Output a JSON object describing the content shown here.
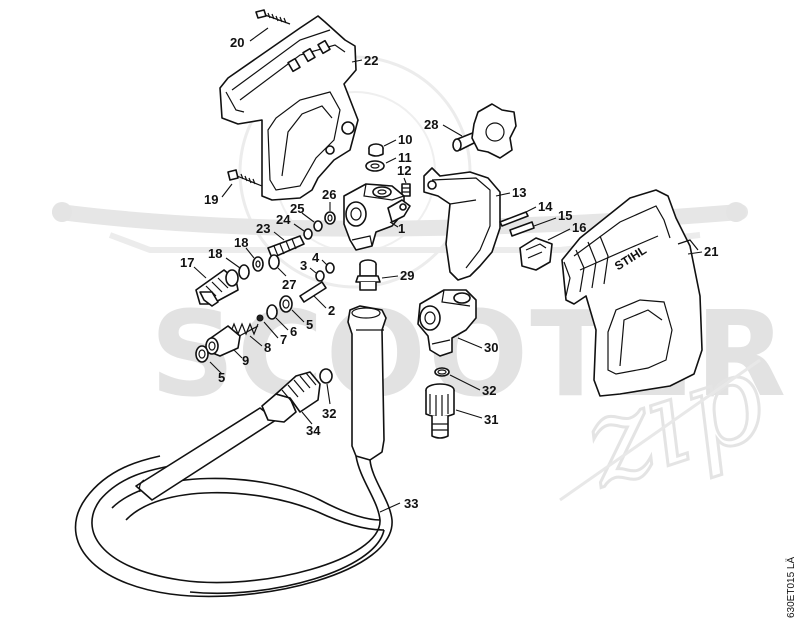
{
  "watermark": {
    "brand_text": "SCOOTER",
    "zip_text": "zip"
  },
  "drawing_ref": "630ET015 LÄ",
  "part_labels": {
    "p1": "1",
    "p2": "2",
    "p3": "3",
    "p4": "4",
    "p5a": "5",
    "p5b": "5",
    "p6": "6",
    "p7": "7",
    "p8": "8",
    "p9": "9",
    "p10": "10",
    "p11": "11",
    "p12": "12",
    "p13": "13",
    "p14": "14",
    "p15": "15",
    "p16": "16",
    "p17": "17",
    "p18a": "18",
    "p18b": "18",
    "p19": "19",
    "p20": "20",
    "p21": "21",
    "p22": "22",
    "p23": "23",
    "p24": "24",
    "p25": "25",
    "p26": "26",
    "p27": "27",
    "p28": "28",
    "p29": "29",
    "p30": "30",
    "p31": "31",
    "p32a": "32",
    "p32b": "32",
    "p33": "33",
    "p34": "34"
  },
  "gun_brand": "STIHL"
}
